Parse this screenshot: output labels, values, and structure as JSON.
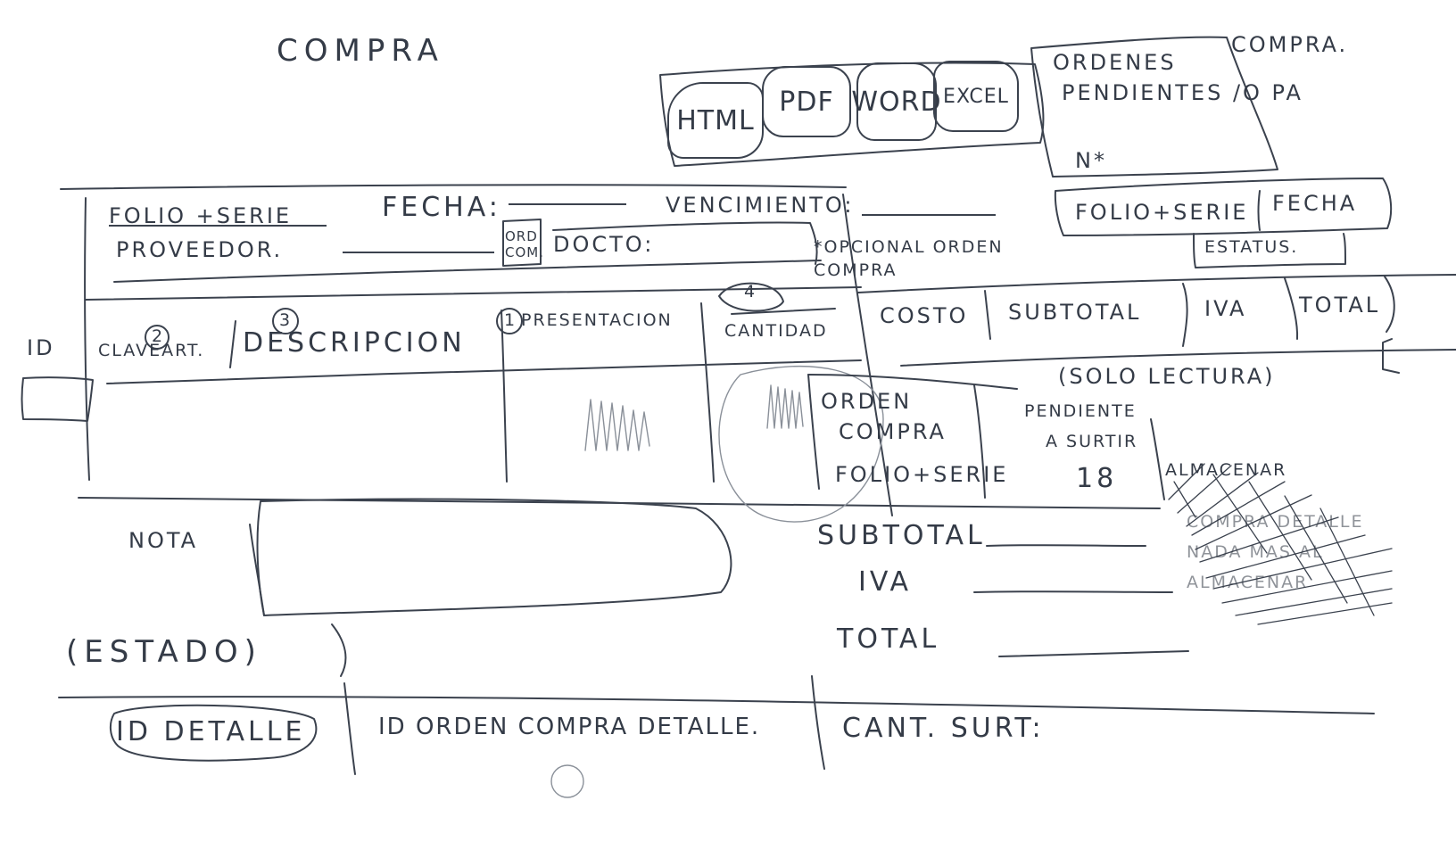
{
  "title": "COMPRA",
  "export_buttons": [
    "HTML",
    "PDF",
    "WORD",
    "EXCEL"
  ],
  "pending_orders": {
    "title": "ORDENES COMPRA PENDIENTES /O PA",
    "line1": "ORDENES",
    "line1b": "COMPRA.",
    "line2": "PENDIENTES /O PA",
    "number_label": "N*",
    "columns": [
      "FOLIO+SERIE",
      "FECHA"
    ],
    "status_label": "ESTATUS."
  },
  "header": {
    "folio_label": "FOLIO +SERIE",
    "fecha_label": "FECHA:",
    "vencimiento_label": "VENCIMIENTO:",
    "proveedor_label": "PROVEEDOR.",
    "orden_compra_tag": "ORD COM.",
    "docto_label": "DOCTO:",
    "optional_note": "*OPCIONAL ORDEN COMPRA"
  },
  "id_label": "ID",
  "grid": {
    "columns": [
      {
        "label": "CLAVEART.",
        "badge": "2"
      },
      {
        "label": "DESCRIPCION",
        "badge": "3"
      },
      {
        "label": "PRESENTACION",
        "badge": "1"
      },
      {
        "label": "CANTIDAD",
        "badge": "4"
      },
      {
        "label": "COSTO",
        "badge": ""
      },
      {
        "label": "SUBTOTAL",
        "badge": ""
      },
      {
        "label": "IVA",
        "badge": ""
      },
      {
        "label": "TOTAL",
        "badge": ""
      }
    ],
    "read_only_note": "(SOLO LECTURA)",
    "sub_table": {
      "col1": "ORDEN COMPRA FOLIO+SERIE",
      "col1_line1": "ORDEN",
      "col1_line2": "COMPRA",
      "col1_line3": "FOLIO+SERIE",
      "col2_line1": "PENDIENTE",
      "col2_line2": "A SURTIR",
      "col2_value": "18"
    },
    "almacenar_label": "ALMACENAR",
    "crossed_note": "COMPRA DETALLE NADA MAS AL ALMACENAR"
  },
  "nota_label": "NOTA",
  "totals": {
    "subtotal_label": "SUBTOTAL",
    "iva_label": "IVA",
    "total_label": "TOTAL"
  },
  "estado_label": "(ESTADO)",
  "footer_columns": [
    "ID DETALLE",
    "ID ORDEN COMPRA DETALLE.",
    "CANT. SURT:"
  ]
}
